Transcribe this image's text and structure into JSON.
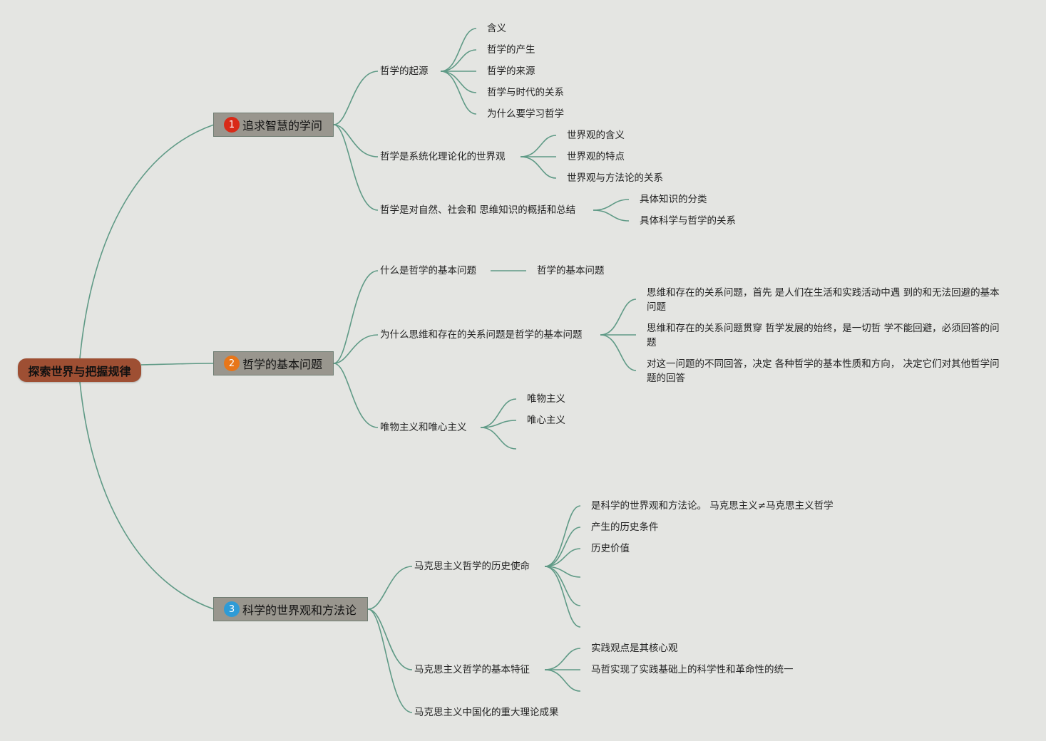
{
  "root": "探索世界与把握规律",
  "branches": [
    {
      "badge": "1",
      "badge_color": "#d92a18",
      "label": "追求智慧的学问",
      "groups": [
        {
          "label": "哲学的起源",
          "children": [
            "含义",
            "哲学的产生",
            "哲学的来源",
            "哲学与时代的关系",
            "为什么要学习哲学"
          ]
        },
        {
          "label": "哲学是系统化理论化的世界观",
          "children": [
            "世界观的含义",
            "世界观的特点",
            "世界观与方法论的关系"
          ]
        },
        {
          "label": "哲学是对自然、社会和 思维知识的概括和总结",
          "children": [
            "具体知识的分类",
            "具体科学与哲学的关系"
          ]
        }
      ]
    },
    {
      "badge": "2",
      "badge_color": "#e7761a",
      "label": "哲学的基本问题",
      "groups": [
        {
          "label": "什么是哲学的基本问题",
          "children": [
            "哲学的基本问题"
          ]
        },
        {
          "label": "为什么思维和存在的关系问题是哲学的基本问题",
          "children": [
            "思维和存在的关系问题，首先 是人们在生活和实践活动中遇 到的和无法回避的基本问题",
            "思维和存在的关系问题贯穿 哲学发展的始终，是一切哲 学不能回避，必须回答的问题",
            "对这一问题的不同回答，决定 各种哲学的基本性质和方向， 决定它们对其他哲学问题的回答"
          ]
        },
        {
          "label": "唯物主义和唯心主义",
          "children": [
            "唯物主义",
            "唯心主义"
          ]
        }
      ]
    },
    {
      "badge": "3",
      "badge_color": "#2f9bd6",
      "label": "科学的世界观和方法论",
      "groups": [
        {
          "label": "马克思主义哲学的历史使命",
          "children": [
            "是科学的世界观和方法论。 马克思主义≠马克思主义哲学",
            "产生的历史条件",
            "历史价值"
          ]
        },
        {
          "label": "马克思主义哲学的基本特征",
          "children": [
            "实践观点是其核心观",
            "马哲实现了实践基础上的科学性和革命性的统一"
          ]
        },
        {
          "label": "马克思主义中国化的重大理论成果",
          "children": []
        }
      ]
    }
  ],
  "colors": {
    "line": "#5f9a86",
    "root": "#9e4f33",
    "main": "#99968e"
  }
}
